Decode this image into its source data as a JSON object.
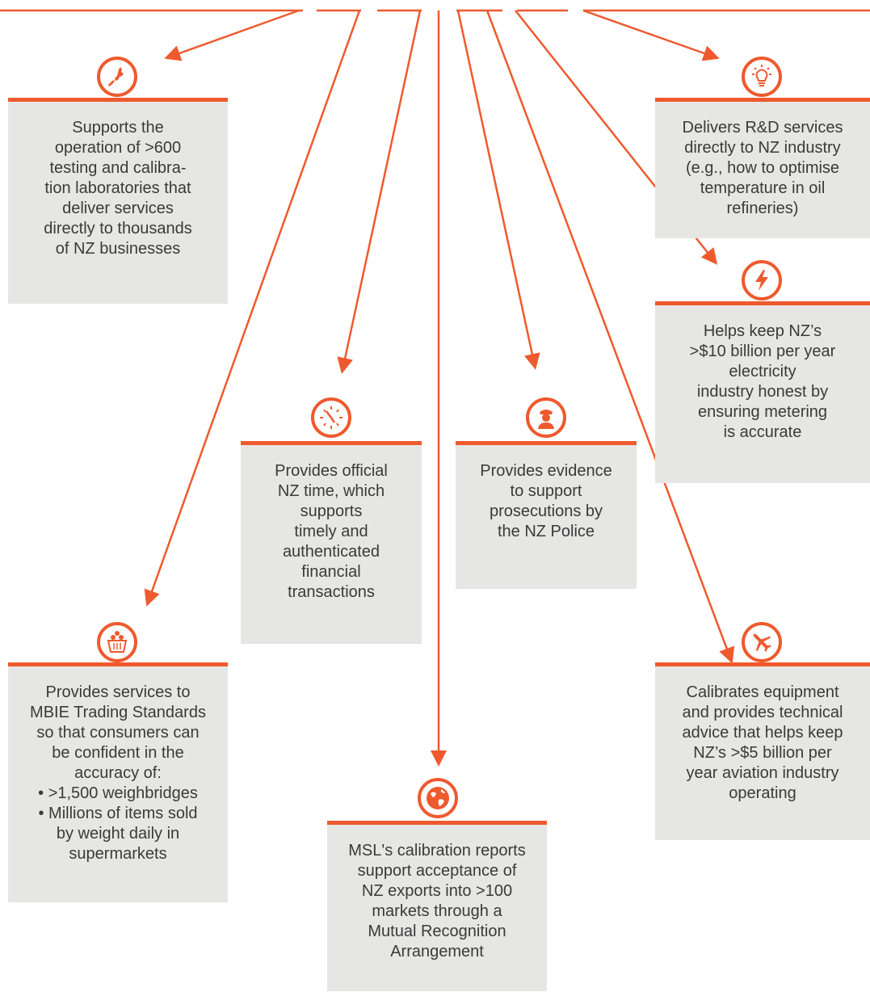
{
  "colors": {
    "accent": "#ee5a2e",
    "card_bg": "#e6e6e5",
    "text": "#3a3a3a"
  },
  "cards": {
    "laboratories": {
      "icon": "nz-map-icon",
      "text": "Supports the\noperation of >600\ntesting and calibra-\ntion laboratories that\ndeliver services\ndirectly to thousands\nof NZ businesses"
    },
    "time": {
      "icon": "clock-icon",
      "text": "Provides official\nNZ time, which\nsupports\ntimely and\nauthenticated\nfinancial\ntransactions"
    },
    "police": {
      "icon": "police-officer-icon",
      "text": "Provides evidence\nto support\nprosecutions by\nthe NZ Police"
    },
    "rnd": {
      "icon": "lightbulb-icon",
      "text": "Delivers R&D services\ndirectly to NZ industry\n(e.g., how to optimise\ntemperature in oil\nrefineries)"
    },
    "electricity": {
      "icon": "lightning-bolt-icon",
      "text": "Helps keep NZ’s\n>$10 billion per year\nelectricity\nindustry honest by\nensuring metering\nis accurate"
    },
    "trading_standards": {
      "icon": "shopping-basket-icon",
      "text": "Provides services to\nMBIE Trading Standards\nso that consumers can\nbe confident in the\naccuracy of:\n• >1,500 weighbridges\n• Millions of items sold\nby weight daily in\nsupermarkets"
    },
    "exports": {
      "icon": "globe-icon",
      "text": "MSL's calibration reports\nsupport acceptance of\nNZ exports into >100\nmarkets through a\nMutual Recognition\nArrangement"
    },
    "aviation": {
      "icon": "airplane-icon",
      "text": "Calibrates equipment\nand provides technical\nadvice that helps keep\nNZ’s >$5 billion per\nyear aviation industry\noperating"
    }
  }
}
